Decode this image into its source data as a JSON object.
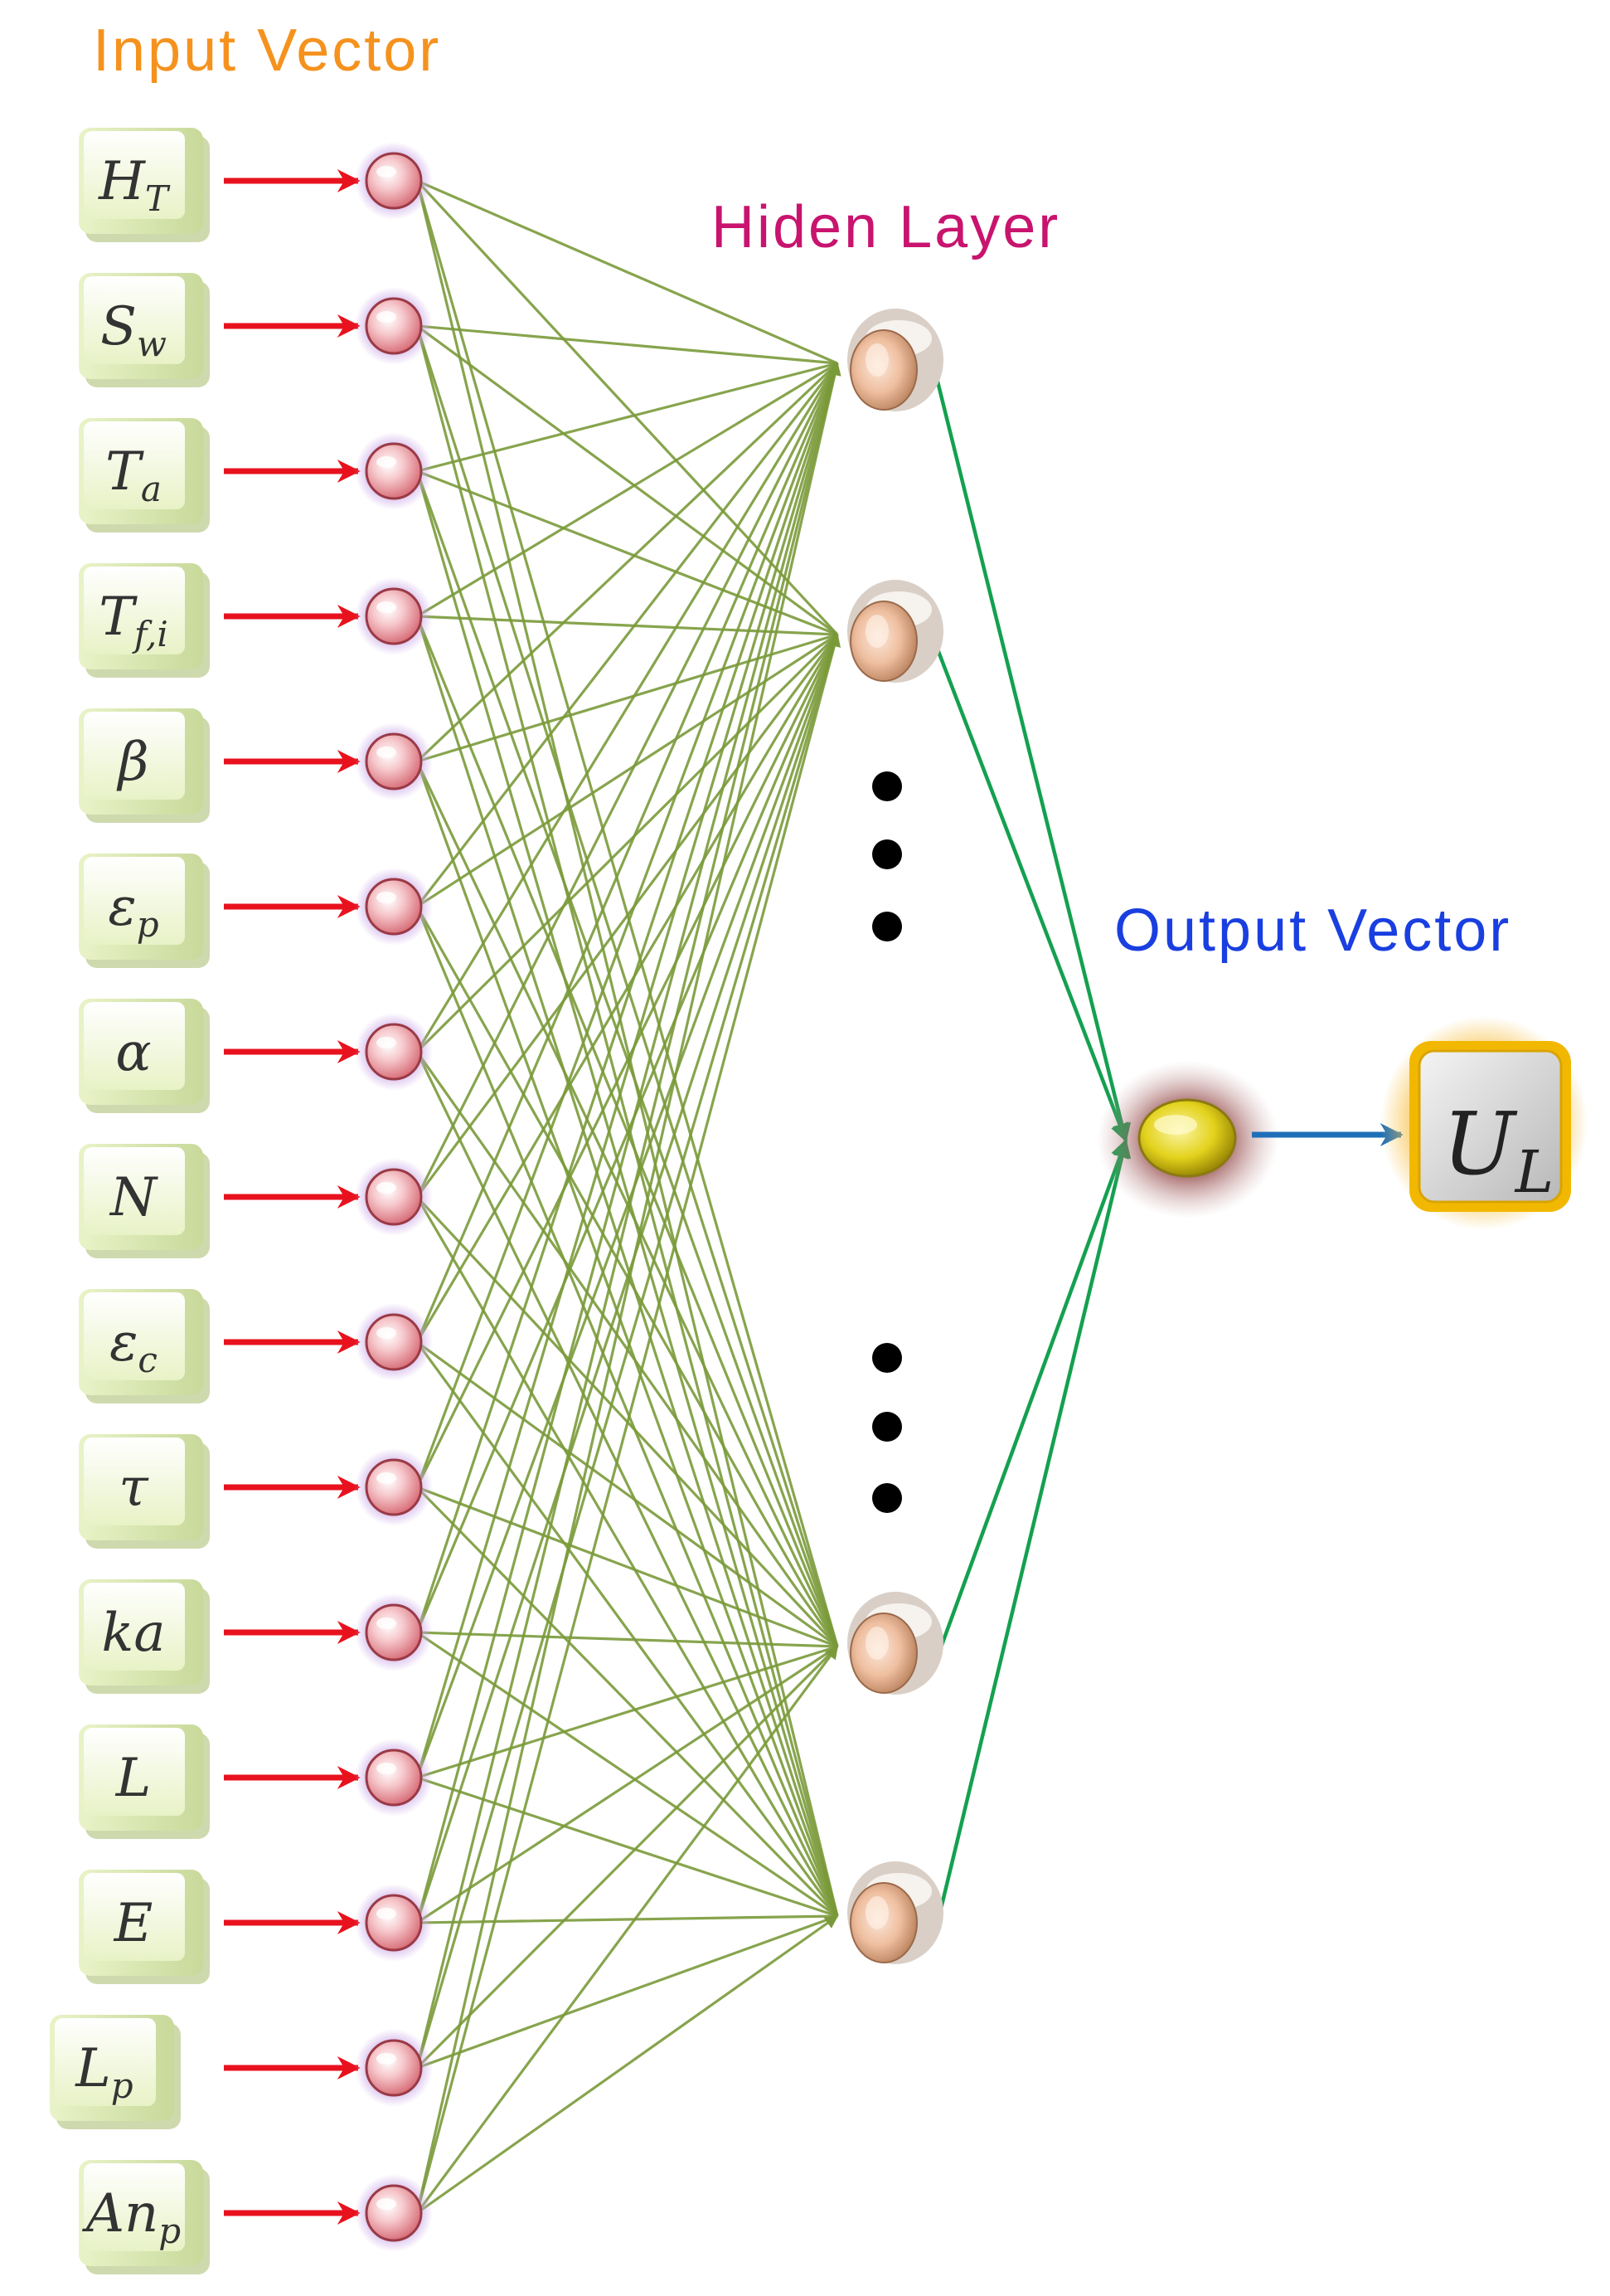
{
  "headers": {
    "input": "Input Vector",
    "hidden": "Hiden Layer",
    "output": "Output Vector"
  },
  "colors": {
    "input_header": "#F5921E",
    "hidden_header": "#C8146E",
    "output_header": "#1A3FE0",
    "input_arrow": "#E8121E",
    "connection": "#7A9A3A",
    "hidden_to_output": "#14A050",
    "output_arrow": "#1F6FB8",
    "key_face": "#F2F7DC",
    "output_box_border": "#F2B800"
  },
  "inputs": [
    {
      "base": "H",
      "sub": "T"
    },
    {
      "base": "S",
      "sub": "w"
    },
    {
      "base": "T",
      "sub": "a"
    },
    {
      "base": "T",
      "sub": "f,i"
    },
    {
      "base": "β",
      "sub": ""
    },
    {
      "base": "ε",
      "sub": "p"
    },
    {
      "base": "α",
      "sub": ""
    },
    {
      "base": "N",
      "sub": ""
    },
    {
      "base": "ε",
      "sub": "c"
    },
    {
      "base": "τ",
      "sub": ""
    },
    {
      "base": "ka",
      "sub": ""
    },
    {
      "base": "L",
      "sub": ""
    },
    {
      "base": "E",
      "sub": ""
    },
    {
      "base": "L",
      "sub": "p"
    },
    {
      "base": "An",
      "sub": "p"
    }
  ],
  "hidden_nodes_shown": 4,
  "output": {
    "base": "U",
    "sub": "L"
  }
}
